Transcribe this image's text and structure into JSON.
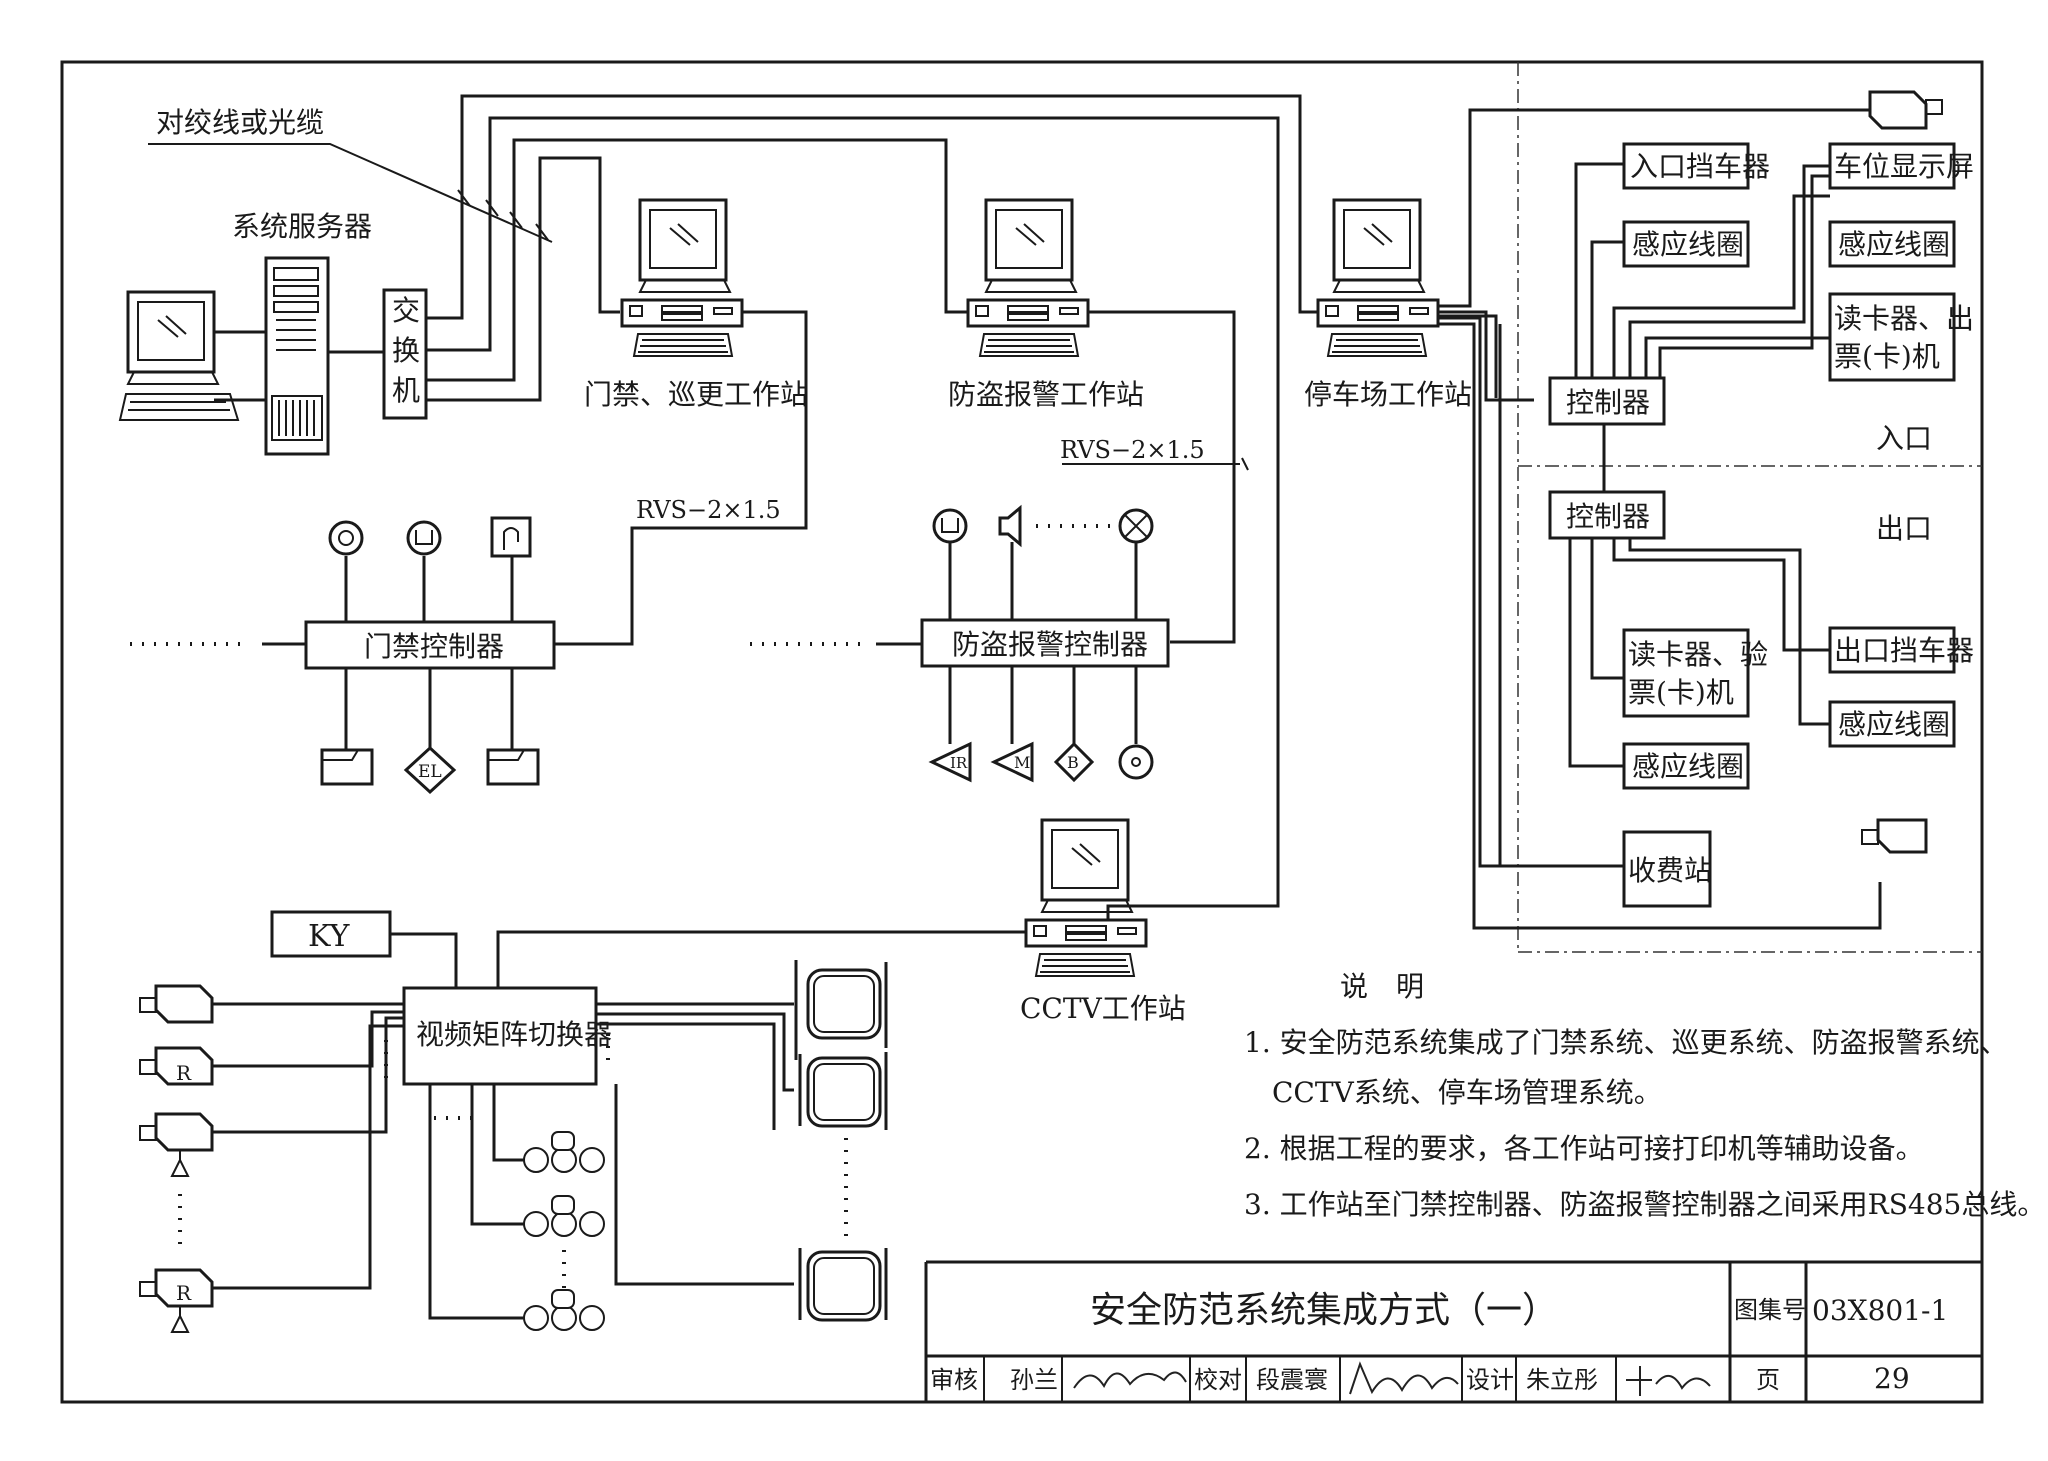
{
  "labels": {
    "twisted_pair": "对绞线或光缆",
    "server": "系统服务器",
    "switch": [
      "交",
      "换",
      "机"
    ],
    "ws_access": "门禁、巡更工作站",
    "ws_alarm": "防盗报警工作站",
    "ws_parking": "停车场工作站",
    "ws_cctv": "CCTV工作站",
    "rvs_left": "RVS−2×1.5",
    "rvs_right": "RVS−2×1.5",
    "access_ctrl": "门禁控制器",
    "alarm_ctrl": "防盗报警控制器",
    "ky": "KY",
    "matrix": "视频矩阵切换器",
    "entry_barrier": "入口挡车器",
    "loop1": "感应线圈",
    "loop2": "感应线圈",
    "loop3": "感应线圈",
    "loop4": "感应线圈",
    "space_display": "车位显示屏",
    "reader_out_1": "读卡器、出",
    "reader_out_2": "票(卡)机",
    "controller_in": "控制器",
    "controller_out": "控制器",
    "entrance": "入口",
    "exit": "出口",
    "reader_check_1": "读卡器、验",
    "reader_check_2": "票(卡)机",
    "exit_barrier": "出口挡车器",
    "toll": "收费站",
    "sym_el": "EL",
    "sym_ir": "IR",
    "sym_m": "M",
    "sym_b": "B",
    "sym_r": "R"
  },
  "notes": {
    "title": "说　明",
    "items": [
      "1. 安全防范系统集成了门禁系统、巡更系统、防盗报警系统、",
      "CCTV系统、停车场管理系统。",
      "2. 根据工程的要求，各工作站可接打印机等辅助设备。",
      "3. 工作站至门禁控制器、防盗报警控制器之间采用RS485总线。"
    ]
  },
  "title_block": {
    "title": "安全防范系统集成方式（一）",
    "atlas_label": "图集号",
    "atlas_no": "03X801-1",
    "review_label": "审核",
    "reviewer": "孙兰",
    "check_label": "校对",
    "checker": "段震寰",
    "design_label": "设计",
    "designer": "朱立彤",
    "page_label": "页",
    "page_no": "29"
  }
}
